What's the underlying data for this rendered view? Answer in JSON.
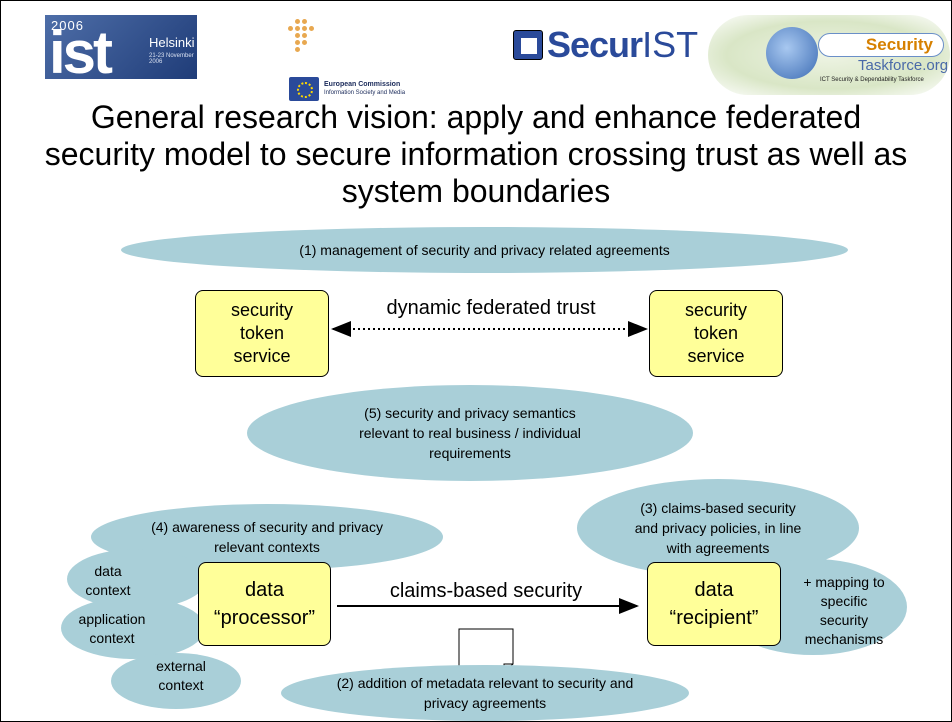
{
  "header": {
    "ist_logo": {
      "year": "2006",
      "text": "ist",
      "city": "Helsinki",
      "dates": "21-23 November 2006"
    },
    "ec_logo": {
      "line1": "European Commission",
      "line2": "Information Society and Media"
    },
    "securist_logo": {
      "bold": "Secur",
      "regular": "IST"
    },
    "stf_logo": {
      "security": "Security",
      "taskforce": "Taskforce.org",
      "tagline": "ICT Security & Dependability Taskforce"
    }
  },
  "title": "General research vision: apply and enhance federated security model to secure information crossing trust as well as system boundaries",
  "diagram": {
    "e1": "(1) management of security and privacy related agreements",
    "sts_left": "security token service",
    "sts_right": "security token service",
    "trust_label": "dynamic federated trust",
    "e5": "(5) security and privacy semantics relevant to real business / individual requirements",
    "e4": "(4) awareness of security and privacy relevant contexts",
    "e3": "(3) claims-based security and privacy policies, in line with agreements",
    "data_context": "data context",
    "application_context": "application context",
    "external_context": "external context",
    "processor": "data “processor”",
    "recipient": "data “recipient”",
    "claims_label": "claims-based security",
    "mapping": "+ mapping to specific security mechanisms",
    "e2": "(2) addition of metadata relevant to security and privacy agreements"
  },
  "colors": {
    "ellipse": "#a9cfd8",
    "box": "#ffff99",
    "ist_blue": "#2a4a9a",
    "security_orange": "#d68000"
  }
}
